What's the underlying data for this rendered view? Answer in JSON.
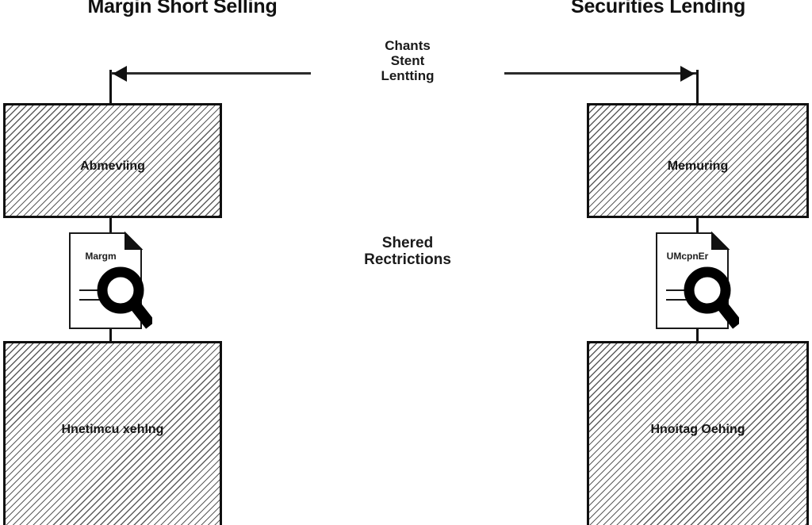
{
  "diagram": {
    "title_left": "Margin Short Selling",
    "title_right": "Securities Lending",
    "arrow_label": {
      "line1": "Chants",
      "line2": "Stent",
      "line3": "Lentting"
    },
    "center_note": {
      "line1": "Shered",
      "line2": "Rectrictions"
    },
    "left_column": {
      "top_box_label": "Abmeviing",
      "bottom_box_label": "Hnetimcu xehlng",
      "doc_label": "Margm"
    },
    "right_column": {
      "top_box_label": "Memuring",
      "bottom_box_label": "Hnoitag Oehing",
      "doc_label": "UMcpnEr"
    },
    "icons": {
      "document": "document-icon",
      "magnifier": "magnifier-icon",
      "arrow_left": "arrow-head-left-icon",
      "arrow_right": "arrow-head-right-icon"
    },
    "colors": {
      "stroke": "#111111",
      "hatch": "#5c5c5c",
      "background": "#ffffff"
    }
  }
}
